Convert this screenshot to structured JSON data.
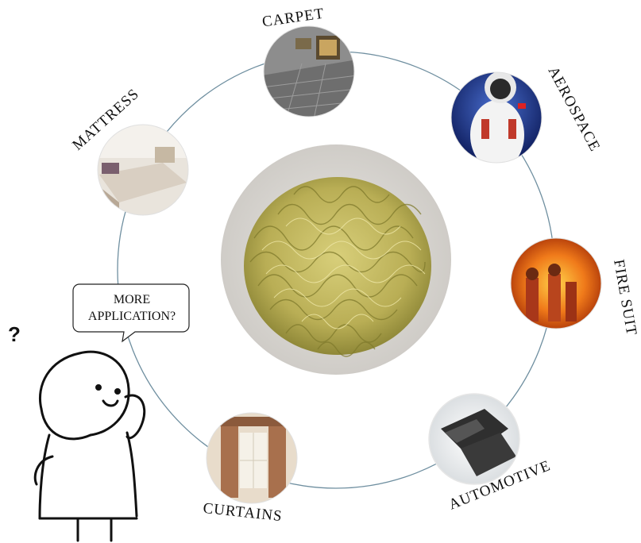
{
  "center_image": {
    "name": "yellow aramid fiber"
  },
  "applications": [
    {
      "key": "carpet",
      "label": "CARPET"
    },
    {
      "key": "aerospace",
      "label": "AEROSPACE"
    },
    {
      "key": "fire-suit",
      "label": "FIRE SUIT"
    },
    {
      "key": "automotive",
      "label": "AUTOMOTIVE"
    },
    {
      "key": "curtains",
      "label": "CURTAINS"
    },
    {
      "key": "mattress",
      "label": "MATTRESS"
    }
  ],
  "speech_bubble": {
    "line1": "MORE",
    "line2": "APPLICATION?"
  },
  "doodle": {
    "question_mark": "?"
  },
  "colors": {
    "ring": "#6f8fa0",
    "fiber": "#c9c06a",
    "fiber_dark": "#8f8838"
  }
}
